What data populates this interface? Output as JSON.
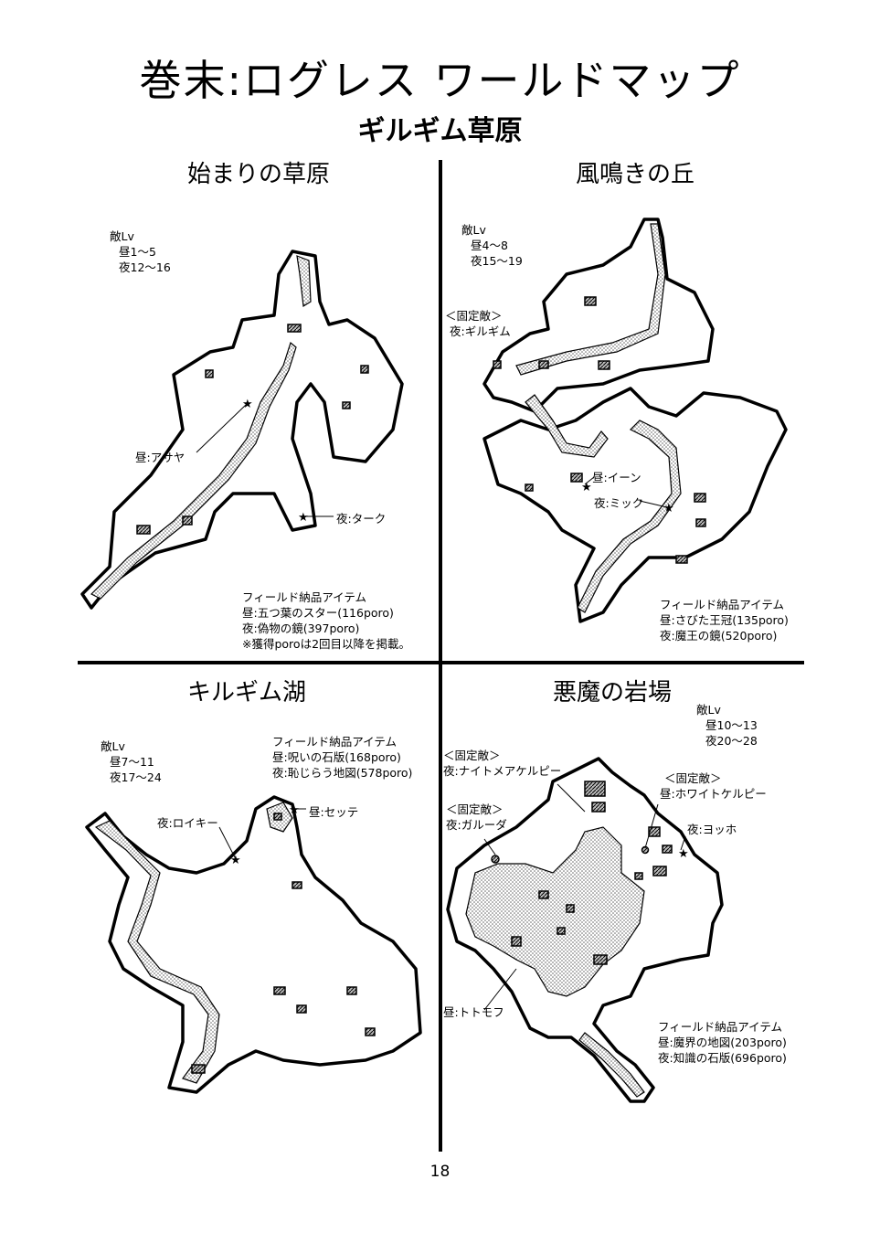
{
  "page": {
    "title": "巻末:ログレス ワールドマップ",
    "subtitle": "ギルギム草原",
    "page_number": "18"
  },
  "areas": {
    "hajimari": {
      "name": "始まりの草原",
      "enemy_lv_label": "敵Lv",
      "day_lv": "昼1～5",
      "night_lv": "夜12～16",
      "npcs": {
        "asaya": "昼:アサヤ",
        "taku": "夜:ターク"
      },
      "items": {
        "header": "フィールド納品アイテム",
        "day": "昼:五つ葉のスター(116poro)",
        "night": "夜:偽物の鏡(397poro)",
        "note": "※獲得poroは2回目以降を掲載。"
      }
    },
    "kazanaki": {
      "name": "風鳴きの丘",
      "enemy_lv_label": "敵Lv",
      "day_lv": "昼4～8",
      "night_lv": "夜15～19",
      "fixed_enemy_label": "＜固定敵＞",
      "fixed_enemy": "夜:ギルギム",
      "npcs": {
        "iin": "昼:イーン",
        "mikku": "夜:ミック"
      },
      "items": {
        "header": "フィールド納品アイテム",
        "day": "昼:さびた王冠(135poro)",
        "night": "夜:魔王の鏡(520poro)"
      }
    },
    "kirugimu": {
      "name": "キルギム湖",
      "enemy_lv_label": "敵Lv",
      "day_lv": "昼7～11",
      "night_lv": "夜17～24",
      "npcs": {
        "roiki": "夜:ロイキー",
        "sette": "昼:セッテ"
      },
      "items": {
        "header": "フィールド納品アイテム",
        "day": "昼:呪いの石版(168poro)",
        "night": "夜:恥じらう地図(578poro)"
      }
    },
    "akuma": {
      "name": "悪魔の岩場",
      "enemy_lv_label": "敵Lv",
      "day_lv": "昼10～13",
      "night_lv": "夜20～28",
      "fixed_1_label": "＜固定敵＞",
      "fixed_1": "夜:ナイトメアケルピー",
      "fixed_2_label": "＜固定敵＞",
      "fixed_2": "昼:ホワイトケルピー",
      "fixed_3_label": "＜固定敵＞",
      "fixed_3": "夜:ガルーダ",
      "npcs": {
        "yokko": "夜:ヨッホ",
        "tomofu": "昼:トトモフ"
      },
      "items": {
        "header": "フィールド納品アイテム",
        "day": "昼:魔界の地図(203poro)",
        "night": "夜:知識の石版(696poro)"
      }
    }
  },
  "icons": {
    "npc_marker": "star-icon"
  }
}
